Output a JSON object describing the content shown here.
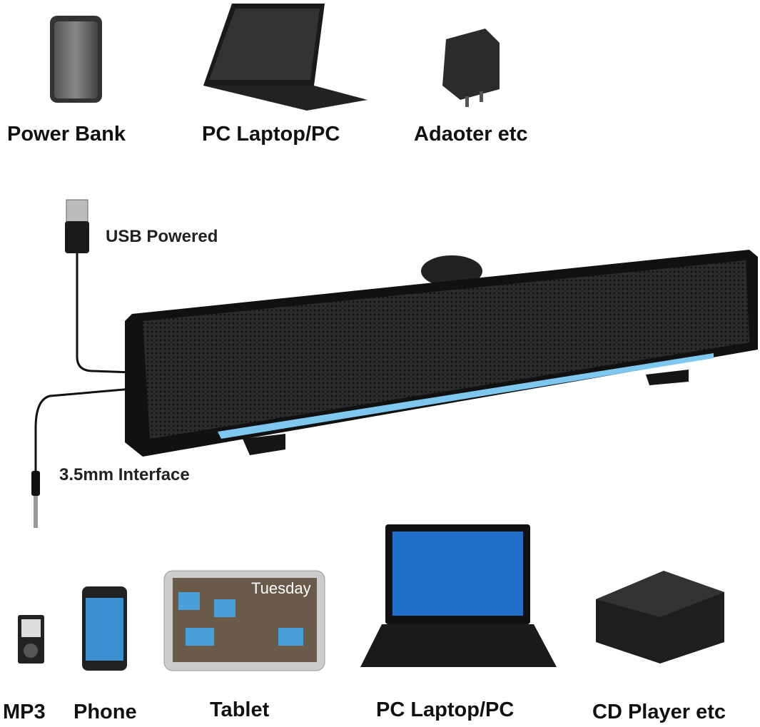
{
  "top_devices": [
    {
      "label": "Power Bank",
      "icon": "power-bank-icon"
    },
    {
      "label": "PC Laptop/PC",
      "icon": "laptop-icon"
    },
    {
      "label": "Adaoter etc",
      "icon": "adapter-icon"
    }
  ],
  "speaker": {
    "usb_label": "USB Powered",
    "aux_label": "3.5mm Interface",
    "light_color": "#7ec8f0"
  },
  "bottom_devices": [
    {
      "label": "MP3",
      "icon": "mp3-player-icon"
    },
    {
      "label": "Phone",
      "icon": "phone-icon"
    },
    {
      "label": "Tablet",
      "icon": "tablet-icon"
    },
    {
      "label": "PC Laptop/PC",
      "icon": "laptop-icon"
    },
    {
      "label": "CD Player etc",
      "icon": "cd-player-icon"
    }
  ],
  "tablet_screen_text": "Tuesday"
}
